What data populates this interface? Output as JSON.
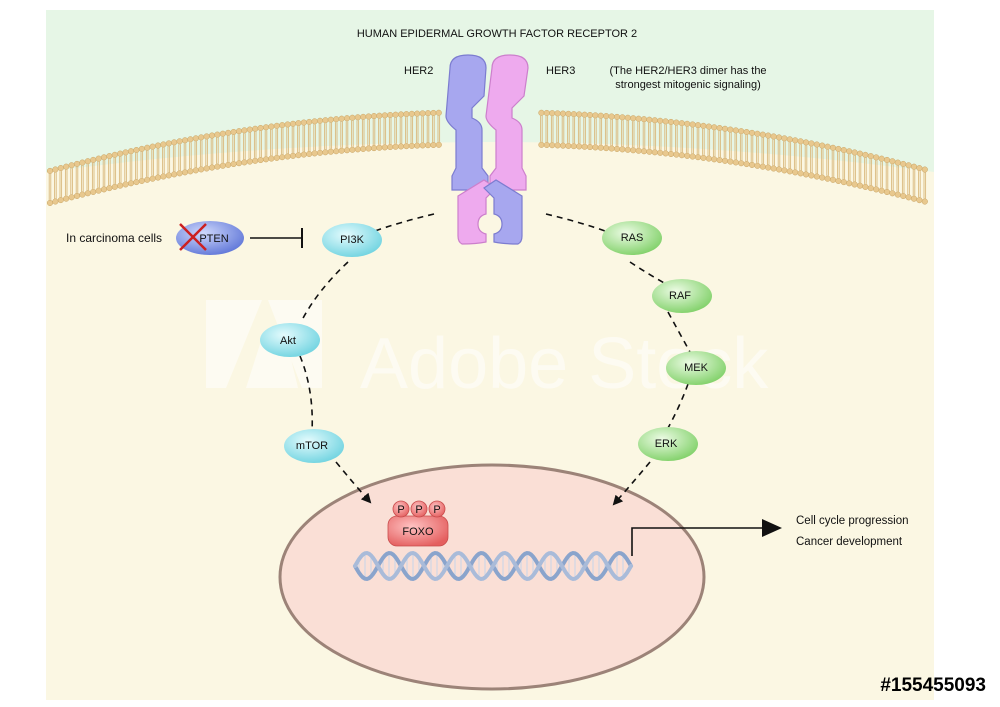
{
  "title": "HUMAN EPIDERMAL GROWTH FACTOR RECEPTOR 2",
  "receptor": {
    "left_label": "HER2",
    "right_label": "HER3",
    "note_line1": "(The HER2/HER3 dimer has the",
    "note_line2": "strongest mitogenic signaling)"
  },
  "pten": {
    "context": "In carcinoma cells",
    "label": "PTEN"
  },
  "pi3k_pathway": [
    "PI3K",
    "Akt",
    "mTOR"
  ],
  "mapk_pathway": [
    "RAS",
    "RAF",
    "MEK",
    "ERK"
  ],
  "foxo": {
    "label": "FOXO",
    "phospho": [
      "P",
      "P",
      "P"
    ]
  },
  "outcomes": [
    "Cell cycle progression",
    "Cancer development"
  ],
  "watermark": "Adobe Stock",
  "stock_id": "#155455093",
  "colors": {
    "extracellular": "#e6f6e6",
    "cytoplasm": "#fbf7e3",
    "membrane": "#e8c88e",
    "her2": "#a7a7ef",
    "her3": "#eeaaee",
    "pi3k_node": "#8fe0ea",
    "mapk_node": "#9fe08a",
    "pten_node": "#7d90e6",
    "nucleus": "#fadfd6",
    "nucleus_border": "#9c8378",
    "foxo": "#f07d7d",
    "dna": "#8aa4cc",
    "inhibit_cross": "#cc2020"
  }
}
